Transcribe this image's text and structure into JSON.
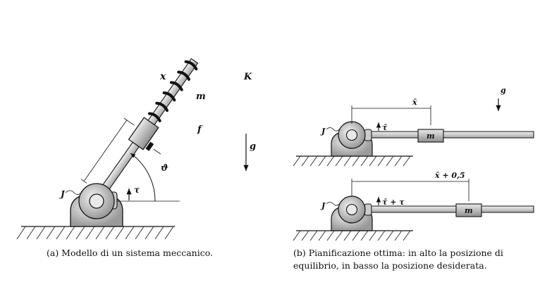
{
  "left": {
    "label_x": "x",
    "label_m": "m",
    "label_K": "K",
    "label_f": "f",
    "label_g": "g",
    "label_theta": "ϑ",
    "label_J": "J",
    "label_tau": "τ",
    "caption": "(a) Modello di un sistema meccanico."
  },
  "right_top": {
    "label_g": "g",
    "label_xbar": "x̄",
    "label_J": "J",
    "label_taubar": "τ̄",
    "label_m": "m"
  },
  "right_bottom": {
    "label_xbar_plus": "x̄ + 0,5",
    "label_J": "J",
    "label_tau_sum": "τ̄ + τ",
    "label_m": "m"
  },
  "caption_b": {
    "line1": "(b) Pianificazione ottima: in alto la posizione di",
    "line2": "equilibrio, in basso la posizione desiderata."
  }
}
